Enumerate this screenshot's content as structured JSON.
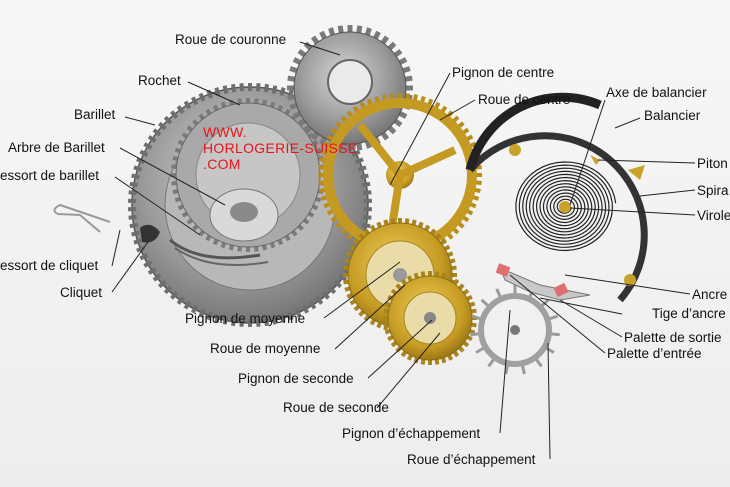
{
  "labels": {
    "roue_de_couronne": "Roue de couronne",
    "rochet": "Rochet",
    "barillet": "Barillet",
    "arbre_de_barillet": "Arbre de Barillet",
    "ressort_de_barillet": "essort de barillet",
    "ressort_de_cliquet": "essort de cliquet",
    "cliquet": "Cliquet",
    "pignon_de_centre": "Pignon de centre",
    "roue_de_centre": "Roue de centre",
    "axe_de_balancier": "Axe de balancier",
    "balancier": "Balancier",
    "piton": "Piton",
    "spiral": "Spira",
    "virole": "Virole",
    "ancre": "Ancre",
    "tige_dancre": "Tige d’ancre",
    "palette_de_sortie": "Palette de sortie",
    "palette_dentree": "Palette d’entrée",
    "pignon_de_moyenne": "Pignon de moyenne",
    "roue_de_moyenne": "Roue de moyenne",
    "pignon_de_seconde": "Pignon de seconde",
    "roue_de_seconde": "Roue de seconde",
    "pignon_dechappement": "Pignon d’échappement",
    "roue_dechappement": "Roue d’échappement"
  },
  "watermark": {
    "line1": "WWW.",
    "line2": "HORLOGERIE-SUISSE",
    "line3": ".COM"
  },
  "colors": {
    "steel": "#9a9a9a",
    "brass": "#c9a22a",
    "ruby": "#e07070",
    "watermark": "#e8141a"
  }
}
